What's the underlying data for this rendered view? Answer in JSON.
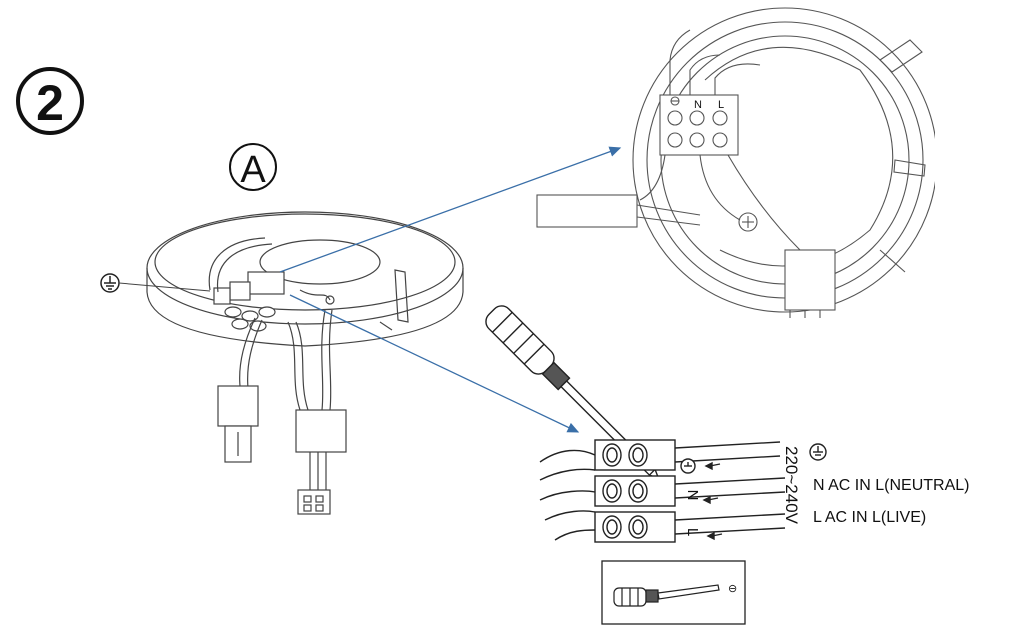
{
  "step": {
    "number": "2"
  },
  "part": {
    "letter": "A"
  },
  "terminal": {
    "top_labels": [
      "N",
      "L"
    ],
    "voltage": "220~240V",
    "side_labels": [
      "N",
      "L"
    ]
  },
  "wiring": {
    "neutral_text": "N  AC IN L(NEUTRAL)",
    "live_text": "L  AC IN L(LIVE)"
  },
  "tool": {
    "mark": "⊖"
  },
  "colors": {
    "line": "#333333",
    "arrow": "#3a6fa8"
  }
}
